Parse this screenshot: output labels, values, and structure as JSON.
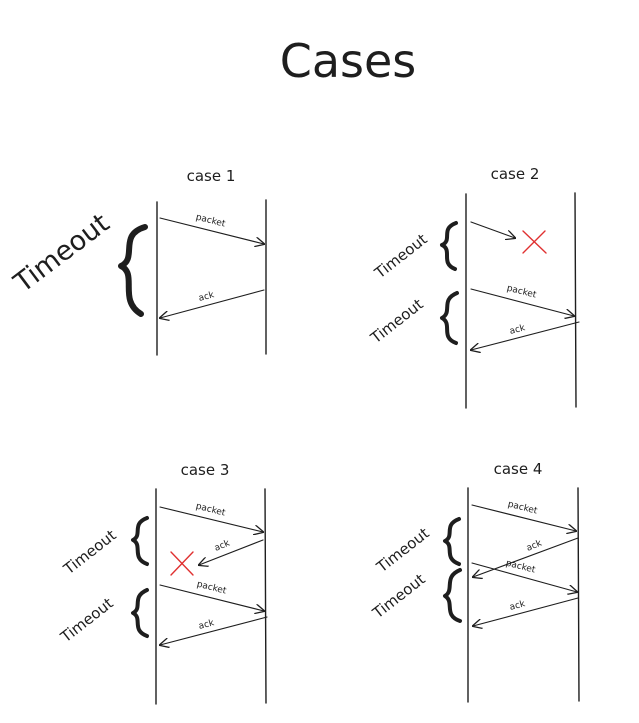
{
  "title": "Cases",
  "colors": {
    "ink": "#1e1e1e",
    "loss": "#e03131",
    "background": "#ffffff"
  },
  "cases": [
    {
      "label": "case 1",
      "timeouts": [
        "Timeout"
      ],
      "messages": [
        "packet",
        "ack"
      ]
    },
    {
      "label": "case 2",
      "timeouts": [
        "Timeout",
        "Timeout"
      ],
      "messages": [
        "packet",
        "ack"
      ]
    },
    {
      "label": "case 3",
      "timeouts": [
        "Timeout",
        "Timeout"
      ],
      "messages": [
        "packet",
        "ack",
        "packet",
        "ack"
      ]
    },
    {
      "label": "case 4",
      "timeouts": [
        "Timeout",
        "Timeout"
      ],
      "messages": [
        "packet",
        "ack",
        "packet",
        "ack"
      ]
    }
  ]
}
